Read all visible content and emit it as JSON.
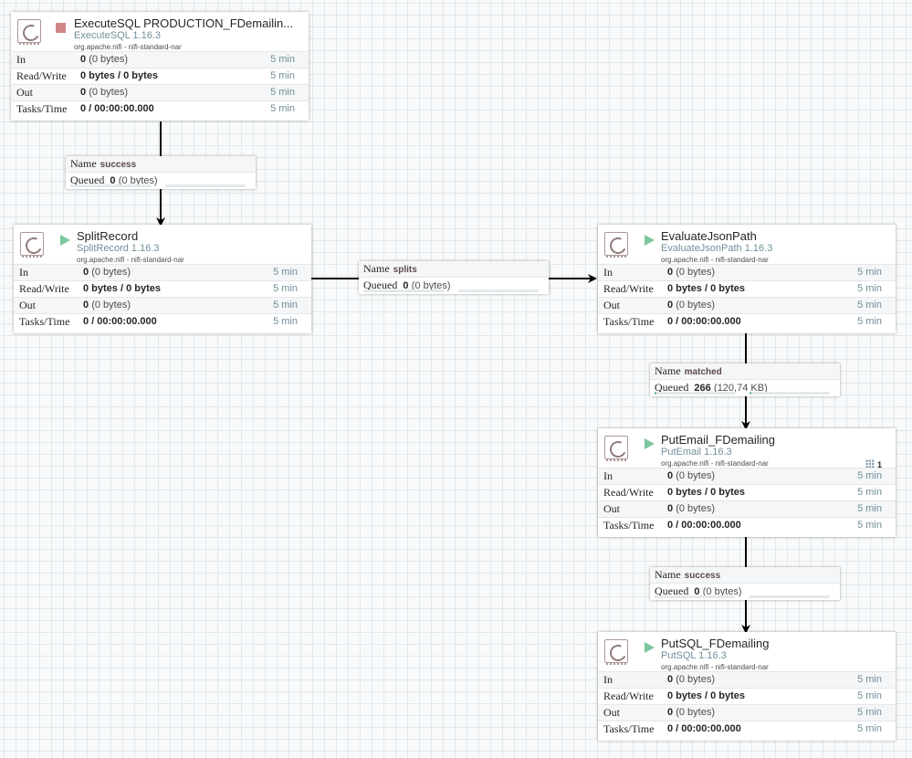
{
  "stat_labels": {
    "in": "In",
    "read_write": "Read/Write",
    "out": "Out",
    "tasks_time": "Tasks/Time"
  },
  "conn_labels": {
    "name": "Name",
    "queued": "Queued"
  },
  "colors": {
    "stopped": "#d18686",
    "running": "#7dc7a0",
    "canvas_grid": "#e3e8eb",
    "type_text": "#728e9b"
  },
  "processors": [
    {
      "id": "execute-sql",
      "name": "ExecuteSQL PRODUCTION_FDemailin...",
      "type": "ExecuteSQL 1.16.3",
      "bundle": "org.apache.nifi - nifi-standard-nar",
      "state": "stopped",
      "in_count": "0",
      "in_size": "(0 bytes)",
      "read_write": "0 bytes / 0 bytes",
      "out_count": "0",
      "out_size": "(0 bytes)",
      "tasks_time": "0 / 00:00:00.000",
      "window": "5 min",
      "active_tasks": null
    },
    {
      "id": "split-record",
      "name": "SplitRecord",
      "type": "SplitRecord 1.16.3",
      "bundle": "org.apache.nifi - nifi-standard-nar",
      "state": "running",
      "in_count": "0",
      "in_size": "(0 bytes)",
      "read_write": "0 bytes / 0 bytes",
      "out_count": "0",
      "out_size": "(0 bytes)",
      "tasks_time": "0 / 00:00:00.000",
      "window": "5 min",
      "active_tasks": null
    },
    {
      "id": "evaluate-json-path",
      "name": "EvaluateJsonPath",
      "type": "EvaluateJsonPath 1.16.3",
      "bundle": "org.apache.nifi - nifi-standard-nar",
      "state": "running",
      "in_count": "0",
      "in_size": "(0 bytes)",
      "read_write": "0 bytes / 0 bytes",
      "out_count": "0",
      "out_size": "(0 bytes)",
      "tasks_time": "0 / 00:00:00.000",
      "window": "5 min",
      "active_tasks": null
    },
    {
      "id": "put-email",
      "name": "PutEmail_FDemailing",
      "type": "PutEmail 1.16.3",
      "bundle": "org.apache.nifi - nifi-standard-nar",
      "state": "running",
      "in_count": "0",
      "in_size": "(0 bytes)",
      "read_write": "0 bytes / 0 bytes",
      "out_count": "0",
      "out_size": "(0 bytes)",
      "tasks_time": "0 / 00:00:00.000",
      "window": "5 min",
      "active_tasks": "1"
    },
    {
      "id": "put-sql",
      "name": "PutSQL_FDemailing",
      "type": "PutSQL 1.16.3",
      "bundle": "org.apache.nifi - nifi-standard-nar",
      "state": "running",
      "in_count": "0",
      "in_size": "(0 bytes)",
      "read_write": "0 bytes / 0 bytes",
      "out_count": "0",
      "out_size": "(0 bytes)",
      "tasks_time": "0 / 00:00:00.000",
      "window": "5 min",
      "active_tasks": null
    }
  ],
  "connections": [
    {
      "id": "conn-success-1",
      "from": "execute-sql",
      "to": "split-record",
      "name": "success",
      "queued_count": "0",
      "queued_size": "(0 bytes)",
      "backpressure_object_pct": 0,
      "backpressure_size_pct": 0
    },
    {
      "id": "conn-splits",
      "from": "split-record",
      "to": "evaluate-json-path",
      "name": "splits",
      "queued_count": "0",
      "queued_size": "(0 bytes)",
      "backpressure_object_pct": 0,
      "backpressure_size_pct": 0
    },
    {
      "id": "conn-matched",
      "from": "evaluate-json-path",
      "to": "put-email",
      "name": "matched",
      "queued_count": "266",
      "queued_size": "(120,74 KB)",
      "backpressure_object_pct": 2.7,
      "backpressure_size_pct": 0.01
    },
    {
      "id": "conn-success-2",
      "from": "put-email",
      "to": "put-sql",
      "name": "success",
      "queued_count": "0",
      "queued_size": "(0 bytes)",
      "backpressure_object_pct": 0,
      "backpressure_size_pct": 0
    }
  ]
}
